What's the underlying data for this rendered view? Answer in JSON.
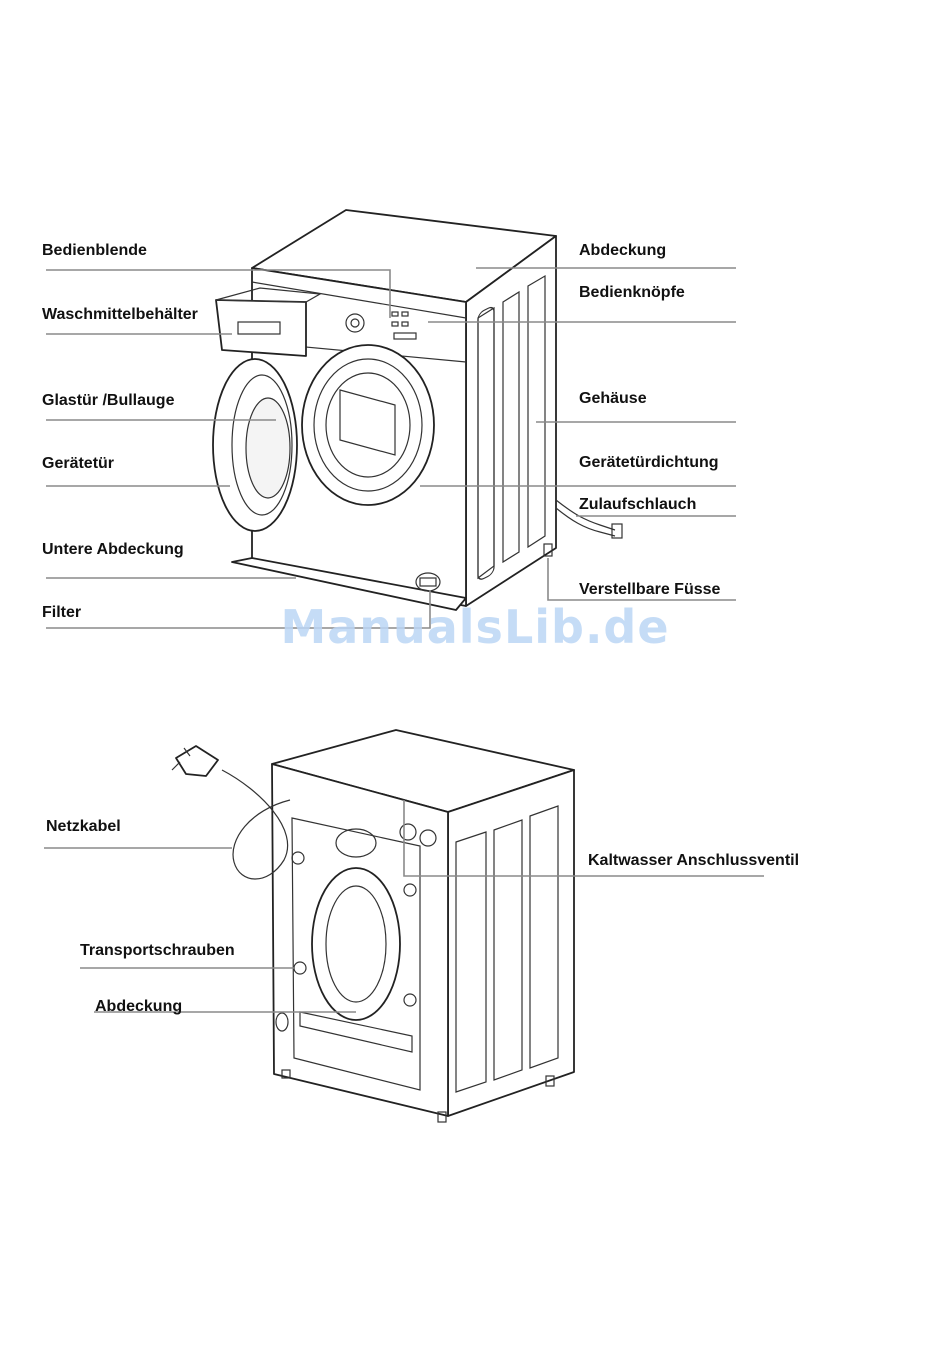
{
  "front_labels": {
    "bedienblende": "Bedienblende",
    "waschmittelbehaelter": "Waschmittelbehälter",
    "glastuer": "Glastür /Bullauge",
    "geraetetuer": "Gerätetür",
    "untere_abdeckung": "Untere Abdeckung",
    "filter": "Filter",
    "abdeckung": "Abdeckung",
    "bedienknoepfe": "Bedienknöpfe",
    "gehaeuse": "Gehäuse",
    "geraetetuerdichtung": "Gerätetürdichtung",
    "zulaufschlauch": "Zulaufschlauch",
    "verstellbare_fuesse": "Verstellbare Füsse"
  },
  "back_labels": {
    "netzkabel": "Netzkabel",
    "kaltwasser": "Kaltwasser Anschlussventil",
    "transportschrauben": "Transportschrauben",
    "abdeckung": "Abdeckung"
  },
  "watermark": "ManualsLib.de"
}
